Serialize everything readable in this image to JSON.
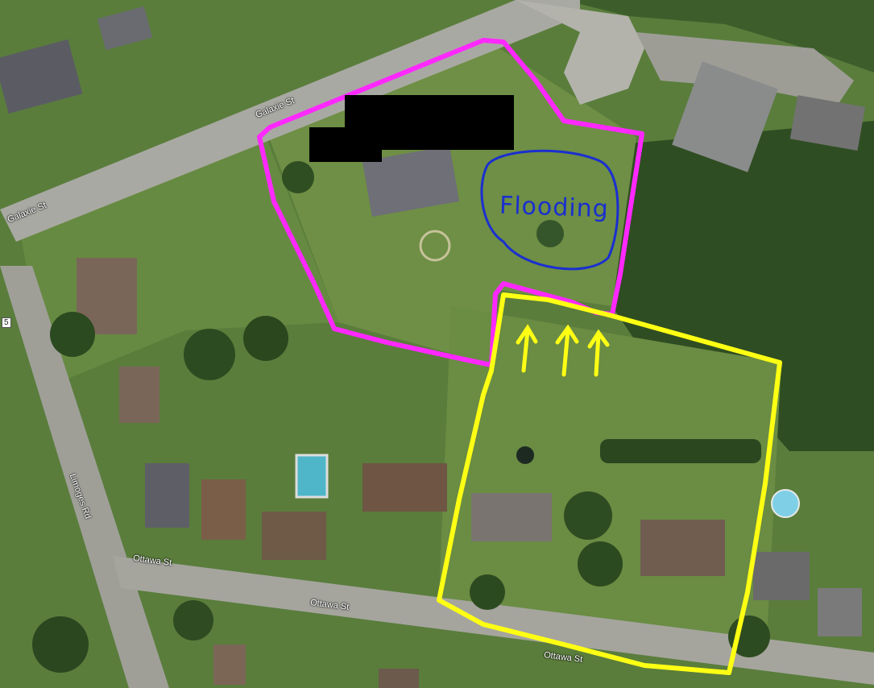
{
  "map": {
    "streets": {
      "galaxie_upper": "Galaxie St",
      "galaxie_left": "Galaxie St",
      "limoges": "Limoges Rd",
      "ottawa_left": "Ottawa St",
      "ottawa_mid": "Ottawa St",
      "ottawa_right": "Ottawa St"
    },
    "route_shield": "5",
    "annotation": {
      "flooding_text": "Flooding",
      "outline_colors": {
        "upper_lot": "#ff28ff",
        "lower_lot": "#ffff14",
        "arrows": "#ffff14",
        "flooding_circle": "#1a2fd0"
      },
      "arrow_count": 3,
      "redaction_color": "#000000"
    }
  }
}
